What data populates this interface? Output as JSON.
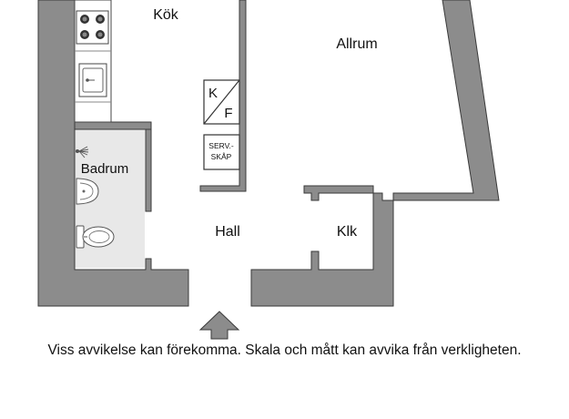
{
  "floorplan": {
    "rooms": {
      "kitchen": "Kök",
      "living_room": "Allrum",
      "bathroom": "Badrum",
      "hall": "Hall",
      "closet": "Klk"
    },
    "cabinet_kf": {
      "k": "K",
      "f": "F"
    },
    "service_cabinet": {
      "line1": "SERV.-",
      "line2": "SKÅP"
    },
    "colors": {
      "wall": "#8c8c8c",
      "wall_edge": "#3a3a3a",
      "bathroom_floor": "#e8e8e8",
      "fixture_stroke": "#555555"
    },
    "icons": {
      "entrance": "entrance-arrow-icon",
      "stove": "stove-icon",
      "sink": "kitchen-sink-icon",
      "shower": "shower-icon",
      "washbasin": "washbasin-icon",
      "toilet": "toilet-icon"
    }
  },
  "disclaimer": "Viss avvikelse kan förekomma. Skala och mått kan avvika från verkligheten."
}
